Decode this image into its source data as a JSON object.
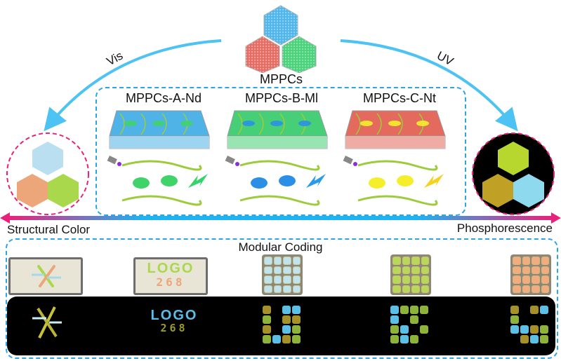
{
  "center": {
    "label": "MPPCs",
    "left_arc_label": "Vis",
    "right_arc_label": "UV"
  },
  "variants": [
    {
      "label": "MPPCs-A-Nd",
      "film_color": "#4fb3e8",
      "emitter_color": "#3fd36a",
      "bolt_color": "#34d36b"
    },
    {
      "label": "MPPCs-B-Ml",
      "film_color": "#47cf77",
      "emitter_color": "#2b8fe6",
      "bolt_color": "#2a9be6"
    },
    {
      "label": "MPPCs-C-Nt",
      "film_color": "#e36a5c",
      "emitter_color": "#f4ef2a",
      "bolt_color": "#f6d21e"
    }
  ],
  "axis": {
    "left_label": "Structural Color",
    "right_label": "Phosphorescence"
  },
  "coding": {
    "title": "Modular Coding",
    "tag2_text": [
      "LOGO",
      "268"
    ],
    "grids": [
      {
        "tile_color": "#bfe4ee"
      },
      {
        "tile_color": "#b9d85a"
      },
      {
        "tile_color": "#f2ac80"
      }
    ],
    "dark_patterns": [
      [
        "y",
        "0",
        "b",
        "b",
        "g",
        "0",
        "y",
        "y",
        "y",
        "0",
        "b",
        "g",
        "g",
        "b",
        "y",
        "g"
      ],
      [
        "b",
        "g",
        "g",
        "g",
        "b",
        "0",
        "g",
        "0",
        "g",
        "b",
        "0",
        "g",
        "g",
        "b",
        "g",
        "0"
      ],
      [
        "y",
        "0",
        "y",
        "b",
        "g",
        "0",
        "0",
        "0",
        "b",
        "b",
        "y",
        "g",
        "0",
        "y",
        "b",
        "g"
      ]
    ]
  },
  "colors": {
    "accent_blue": "#2aa6e8",
    "magenta": "#e8227a",
    "arc_blue": "#4cc3f2"
  }
}
